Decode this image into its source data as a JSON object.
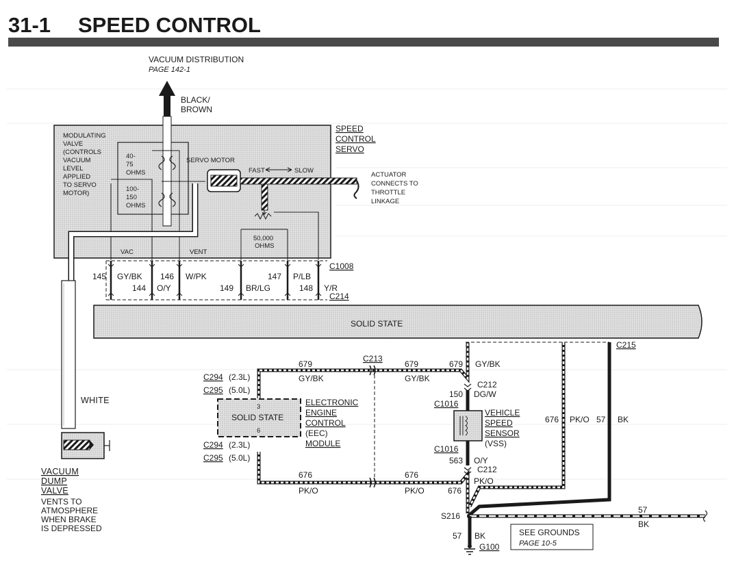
{
  "header": {
    "section": "31-1",
    "title": "SPEED CONTROL"
  },
  "vacuum_distribution": {
    "title": "VACUUM DISTRIBUTION",
    "page": "PAGE 142-1"
  },
  "hose_color": {
    "line1": "BLACK/",
    "line2": "BROWN"
  },
  "servo": {
    "title": [
      "SPEED",
      "CONTROL",
      "SERVO"
    ],
    "modulating_valve": [
      "MODULATING",
      "VALVE",
      "(CONTROLS",
      "VACUUM",
      "LEVEL",
      "APPLIED",
      "TO SERVO",
      "MOTOR)"
    ],
    "coil1": [
      "40-",
      "75",
      "OHMS"
    ],
    "coil2": [
      "100-",
      "150",
      "OHMS"
    ],
    "servo_motor": "SERVO MOTOR",
    "fast": "FAST",
    "slow": "SLOW",
    "pot": [
      "50,000",
      "OHMS"
    ],
    "vac": "VAC",
    "vent": "VENT"
  },
  "actuator": [
    "ACTUATOR",
    "CONNECTS TO",
    "THROTTLE",
    "LINKAGE"
  ],
  "connectors": {
    "c1008": "C1008",
    "c214": "C214",
    "c215": "C215",
    "c213": "C213",
    "c212a": "C212",
    "c212b": "C212",
    "c1016a": "C1016",
    "c1016b": "C1016"
  },
  "servo_wires": [
    {
      "circuit": "145",
      "color": "GY/BK"
    },
    {
      "circuit": "144",
      "color": "O/Y"
    },
    {
      "circuit": "146",
      "color": "W/PK"
    },
    {
      "circuit": "149",
      "color": "BR/LG"
    },
    {
      "circuit": "147",
      "color": "P/LB"
    },
    {
      "circuit": "148",
      "color": "Y/R"
    }
  ],
  "module": {
    "label": "SOLID STATE"
  },
  "eec": {
    "box_label": "SOLID STATE",
    "pin_top": "3",
    "pin_bottom": "6",
    "name": [
      "ELECTRONIC",
      "ENGINE",
      "CONTROL",
      "(EEC)",
      "MODULE"
    ],
    "c294_top": "C294",
    "c295_top": "C295",
    "c294_bottom": "C294",
    "c295_bottom": "C295",
    "v23": "(2.3L)",
    "v50": "(5.0L)",
    "v23b": "(2.3L)",
    "v50b": "(5.0L)"
  },
  "wires": {
    "w679": "679",
    "w679b": "679",
    "w679c": "679",
    "gybk1": "GY/BK",
    "gybk2": "GY/BK",
    "gybk3": "GY/BK",
    "w150": "150",
    "dgw": "DG/W",
    "w676a": "676",
    "w676b": "676",
    "w676c": "676",
    "w676d": "676",
    "pko1": "PK/O",
    "pko2": "PK/O",
    "pko3": "PK/O",
    "pko4": "PK/O",
    "w563": "563",
    "oy": "O/Y",
    "w57a": "57",
    "w57b": "57",
    "w57c": "57",
    "bk1": "BK",
    "bk2": "BK",
    "bk3": "BK"
  },
  "vss": [
    "VEHICLE",
    "SPEED",
    "SENSOR",
    "(VSS)"
  ],
  "splice": "S216",
  "ground": "G100",
  "see_grounds": {
    "title": "SEE GROUNDS",
    "page": "PAGE 10-5"
  },
  "white_hose": "WHITE",
  "dump_valve": {
    "title": [
      "VACUUM",
      "DUMP",
      "VALVE"
    ],
    "desc": [
      "VENTS TO",
      "ATMOSPHERE",
      "WHEN BRAKE",
      "IS DEPRESSED"
    ]
  },
  "colors": {
    "ink": "#1a1a1a",
    "shade": "#d9d9d9",
    "rule": "#4a4a4a"
  }
}
